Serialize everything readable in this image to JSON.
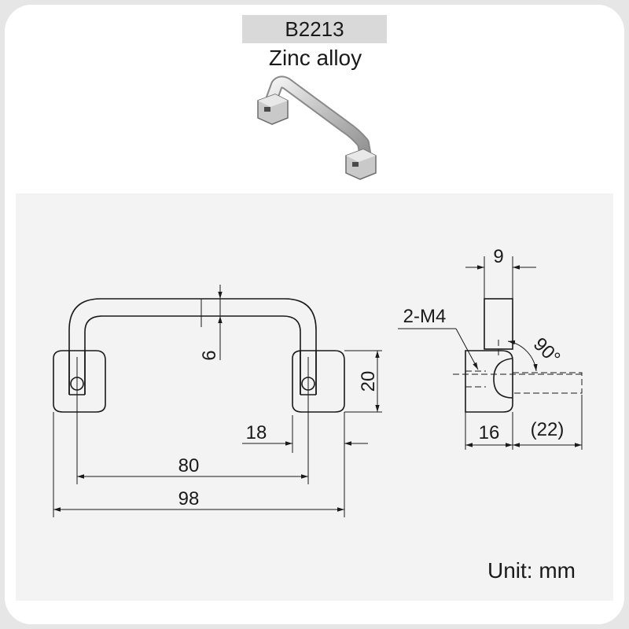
{
  "product": {
    "model": "B2213",
    "material": "Zinc alloy"
  },
  "drawing": {
    "front_view": {
      "dim_thickness": "6",
      "dim_height": "20",
      "dim_foot_width": "18",
      "dim_hole_spacing": "80",
      "dim_overall_length": "98"
    },
    "side_view": {
      "dim_bar_width": "9",
      "dim_thread": "2-M4",
      "dim_angle": "90°",
      "dim_base": "16",
      "dim_rotated": "(22)"
    },
    "unit": "Unit: mm"
  },
  "colors": {
    "background": "#e6e6e6",
    "card": "#ffffff",
    "badge": "#d9d9d9",
    "drawing_panel": "#f3f3f3",
    "line": "#1a1a1a"
  }
}
